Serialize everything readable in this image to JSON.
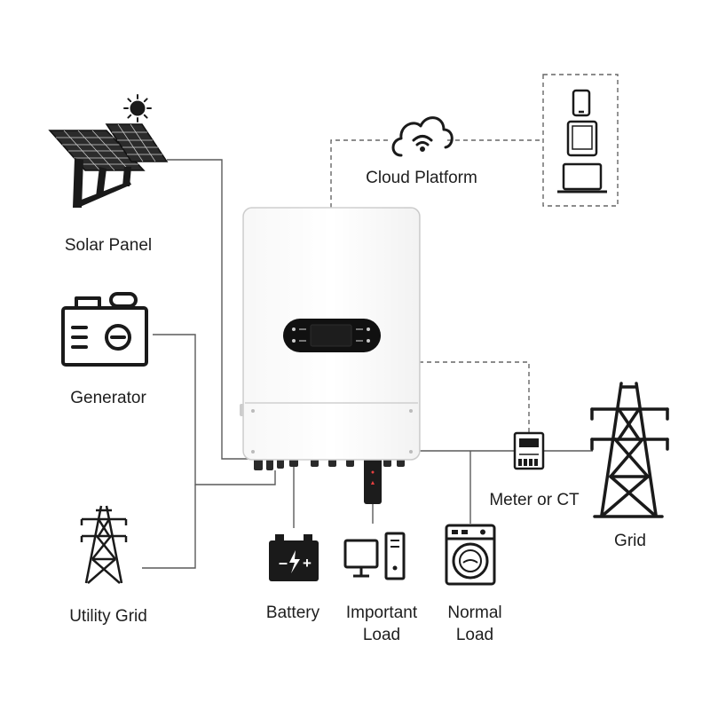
{
  "labels": {
    "solar_panel": "Solar Panel",
    "generator": "Generator",
    "utility_grid": "Utility Grid",
    "cloud_platform": "Cloud Platform",
    "battery": "Battery",
    "important_load_1": "Important",
    "important_load_2": "Load",
    "normal_load_1": "Normal",
    "normal_load_2": "Load",
    "meter": "Meter or CT",
    "grid": "Grid"
  },
  "icons": {
    "sun": "sun-icon",
    "solar_panel": "solar-panel-icon",
    "generator": "generator-icon",
    "utility_grid": "transmission-tower-icon",
    "cloud": "cloud-wifi-icon",
    "devices": [
      "smartphone-icon",
      "tablet-icon",
      "laptop-icon"
    ],
    "battery": "battery-icon",
    "important_load": "computer-icon",
    "normal_load": "washing-machine-icon",
    "meter": "meter-icon",
    "grid": "transmission-tower-icon",
    "inverter": "hybrid-inverter"
  },
  "colors": {
    "line": "#555555",
    "icon": "#1a1a1a",
    "inverter_body": "#ffffff",
    "display": "#111111"
  }
}
